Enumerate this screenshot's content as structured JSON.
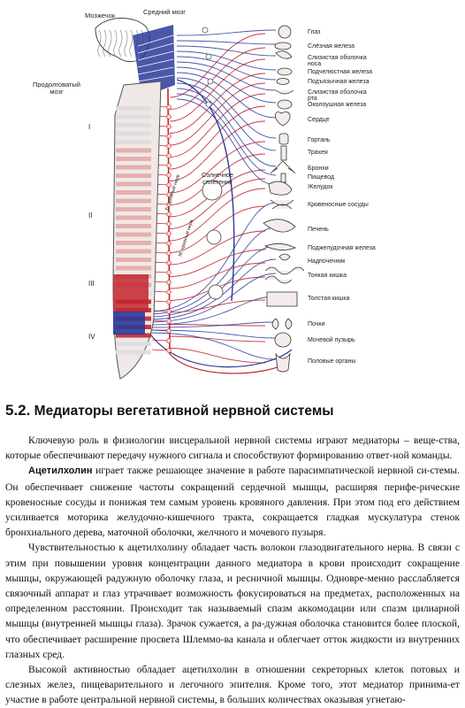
{
  "figure": {
    "brain_labels": {
      "cerebellum": "Мозжечок",
      "midbrain": "Средний мозг",
      "medulla": "Продолговатый\nмозг"
    },
    "roman": [
      "I",
      "II",
      "III",
      "IV"
    ],
    "center_labels": {
      "solar_plexus": "Солнечное\nсплетение",
      "greater_nerve": "Б. чревный нерв",
      "lesser_nerve": "М. чревный нерв"
    },
    "organs": [
      "Глаз",
      "Слёзная железа",
      "Слизистая оболочка\nноса",
      "Подчелюстная железа",
      "Подъязычная железа",
      "Слизистая оболочка\nрта",
      "Околоушная железа",
      "Сердце",
      "Гортань",
      "Трахея",
      "Бронхи",
      "Пищевод",
      "Желудок",
      "Кровеносные сосуды",
      "Печень",
      "Поджелудочная железа",
      "Надпочечник",
      "Тонкая кишка",
      "Толстая кишка",
      "Почки",
      "Мочевой пузырь",
      "Половые органы"
    ]
  },
  "section": {
    "number": "5.2.",
    "title": "Медиаторы вегетативной нервной системы"
  },
  "paragraphs": [
    {
      "lead": "",
      "text": "Ключевую роль в физиологии висцеральной нервной системы играют медиаторы – веще-ства, которые обеспечивают передачу нужного сигнала и способствуют формированию ответ-ной команды."
    },
    {
      "lead": "Ацетилхолин",
      "text": " играет также решающее значение в работе парасимпатической нервной си-стемы. Он обеспечивает снижение частоты сокращений сердечной мышцы, расширяя перифе-рические кровеносные сосуды и понижая тем самым уровень кровяного давления. При этом под его действием усиливается моторика желудочно-кишечного тракта, сокращается гладкая мускулатура стенок бронхиального дерева, маточной оболочки, желчного и мочевого пузыря."
    },
    {
      "lead": "",
      "text": "Чувствительностью к ацетилхолину обладает часть волокон глазодвигательного нерва. В связи с этим при повышении уровня концентрации данного медиатора в крови происходит сокращение мышцы, окружающей радужную оболочку глаза, и ресничной мышцы. Одновре-менно расслабляется связочный аппарат и глаз утрачивает возможность фокусироваться на предметах, расположенных на определенном расстоянии. Происходит так называемый спазм аккомодации или спазм цилиарной мышцы (внутренней мышцы глаза). Зрачок сужается, а ра-дужная оболочка становится более плоской, что обеспечивает расширение просвета Шлеммо-ва канала и облегчает отток жидкости из внутренних глазных сред."
    },
    {
      "lead": "",
      "text": "Высокой активностью обладает ацетилхолин в отношении секреторных клеток потовых и слезных желез, пищеварительного и легочного эпителия. Кроме того, этот медиатор принима-ет участие в работе центральной нервной системы, в больших количествах оказывая угнетаю-"
    }
  ],
  "colors": {
    "parasympathetic": "#2b3a9a",
    "sympathetic": "#c4262e",
    "spine_fill": "#f0e8e6",
    "organ_stroke": "#333333"
  }
}
